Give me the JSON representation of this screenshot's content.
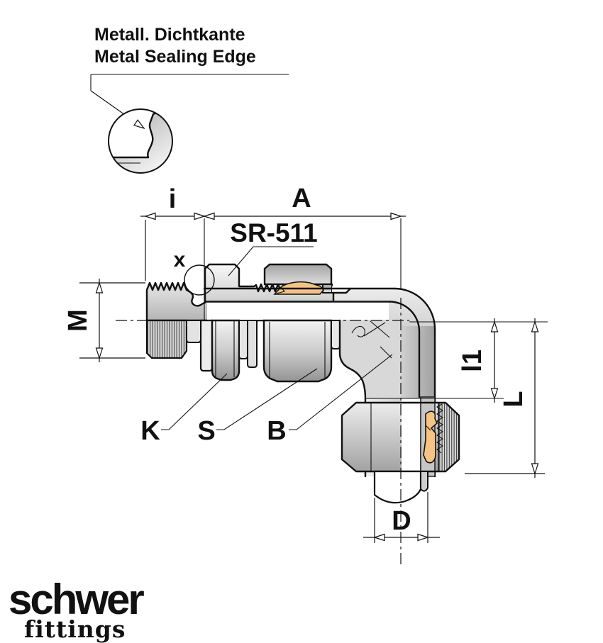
{
  "callout": {
    "line1": "Metall. Dichtkante",
    "line2": "Metal Sealing Edge"
  },
  "drawing": {
    "part_series": "SR-511"
  },
  "dims": {
    "i": "i",
    "a": "A",
    "x": "x",
    "m": "M",
    "k": "K",
    "s": "S",
    "b": "B",
    "l1": "l1",
    "l": "L",
    "d": "D"
  },
  "logo": {
    "word": "schwer",
    "sub": "fittings"
  },
  "colors": {
    "line": "#111111",
    "ferrule": "#f5c382",
    "logo_gray": "#a79e96",
    "metal_light": "#efefef",
    "metal_dark": "#9c9c9c",
    "background": "#ffffff"
  }
}
